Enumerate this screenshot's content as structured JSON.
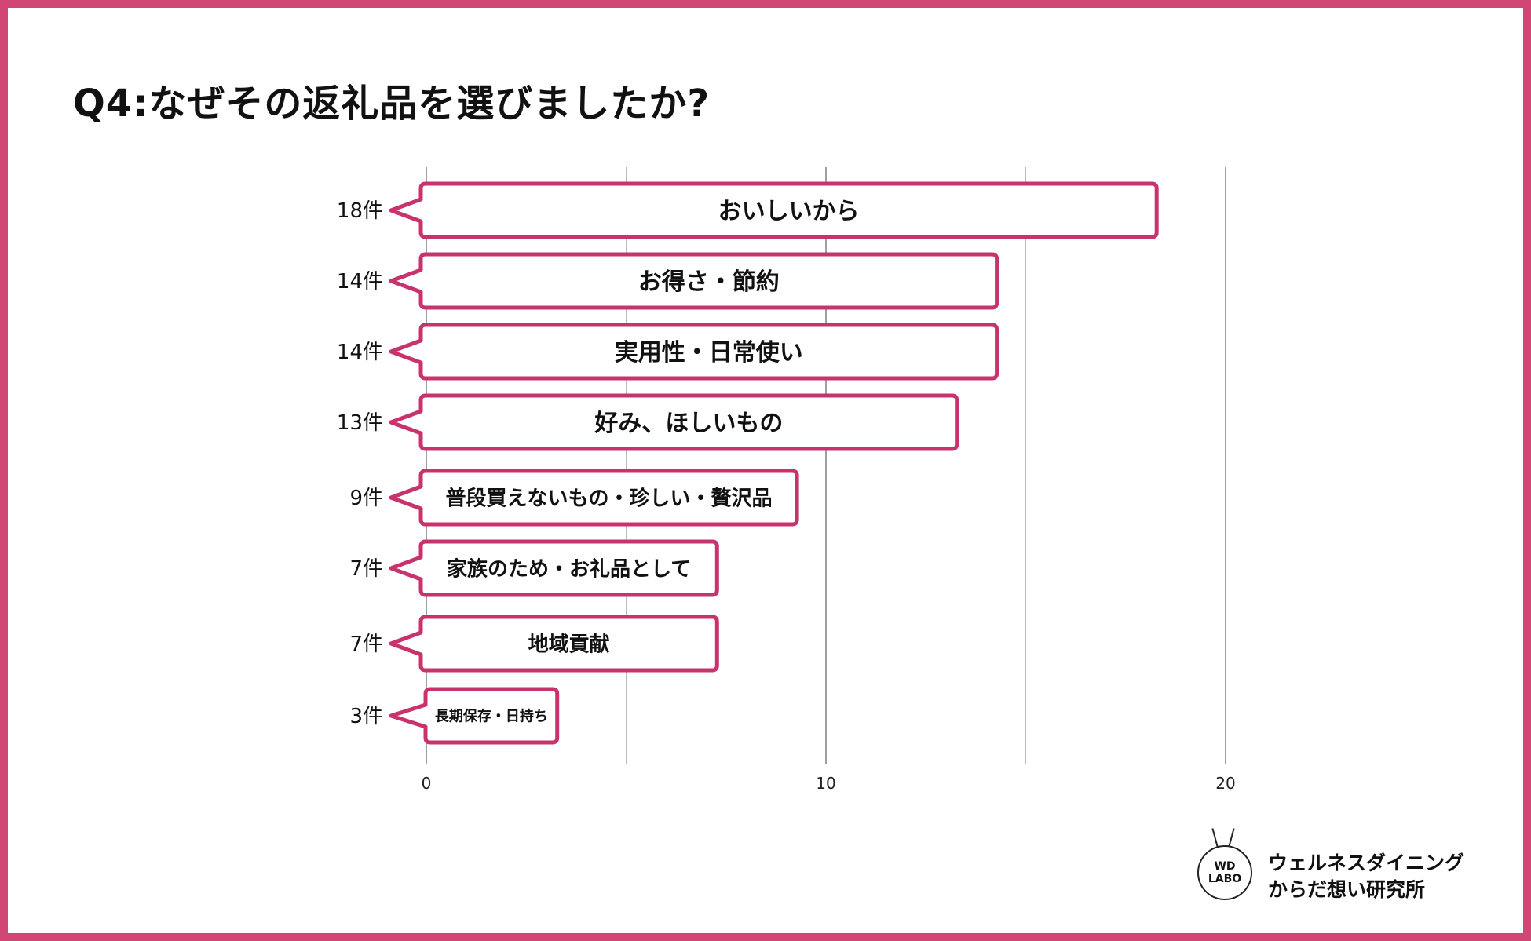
{
  "title": "Q4:なぜその返礼品を選びましたか?",
  "chart_data": {
    "type": "bar",
    "orientation": "horizontal",
    "title": "Q4:なぜその返礼品を選びましたか?",
    "categories": [
      "おいしいから",
      "お得さ・節約",
      "実用性・日常使い",
      "好み、ほしいもの",
      "普段買えないもの・珍しい・贅沢品",
      "家族のため・お礼品として",
      "地域貢献",
      "長期保存・日持ち"
    ],
    "values": [
      18,
      14,
      14,
      13,
      9,
      7,
      7,
      3
    ],
    "value_labels": [
      "18件",
      "14件",
      "14件",
      "13件",
      "9件",
      "7件",
      "7件",
      "3件"
    ],
    "xlim": [
      0,
      20
    ],
    "x_ticks": [
      "0",
      "10",
      "20"
    ],
    "grid": true,
    "colors": {
      "border": "#c9336d",
      "frame": "#d14675",
      "grid": "#bbbbbb"
    }
  },
  "logo": {
    "mark_line1": "WD",
    "mark_line2": "LABO",
    "text_line1": "ウェルネスダイニング",
    "text_line2": "からだ想い研究所"
  }
}
